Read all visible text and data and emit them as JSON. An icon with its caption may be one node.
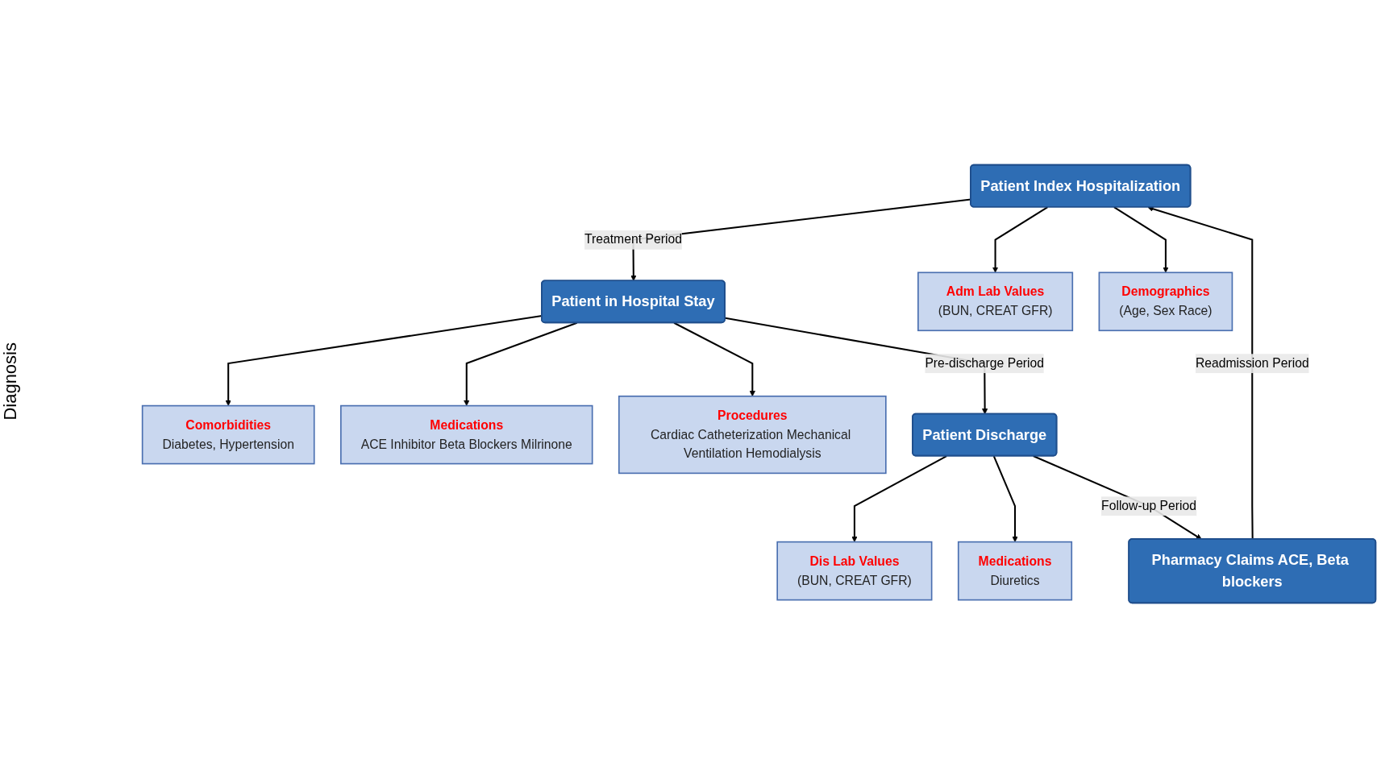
{
  "diagram": {
    "nodes": [
      {
        "text": [
          "Patient in Hospital Stay"
        ]
      },
      {
        "text": [
          "Comorbidities",
          "Diabetes, Hypertension"
        ]
      },
      {
        "text": [
          "Medications",
          "ACE Inhibitor Beta Blockers Milrinone"
        ]
      },
      {
        "text": [
          "Procedures",
          "Cardiac Catheterization Mechanical Ventilation Hemodialysis"
        ]
      },
      {
        "text": [
          "Patient Index Hospitalization"
        ]
      },
      {
        "text": [
          "Adm Lab Values",
          "(BUN, CREAT GFR)"
        ]
      },
      {
        "text": [
          "Demographics",
          "(Age, Sex Race)"
        ]
      },
      {
        "text": [
          "Dis Lab Values",
          "(BUN, CREAT GFR)"
        ]
      },
      {
        "text": [
          "Medications",
          "Diuretics"
        ]
      },
      {
        "text": [
          "Patient Discharge"
        ]
      },
      {
        "text": [
          "Pharmacy Claims ACE, Beta blockers"
        ]
      }
    ],
    "edges": [
      {
        "from": 4,
        "to": 0,
        "arrow": "to",
        "label": "Treatment Period"
      },
      {
        "from": 0,
        "to": 1,
        "arrow": "to"
      },
      {
        "from": 0,
        "to": 2,
        "arrow": "to"
      },
      {
        "from": 0,
        "to": 3,
        "arrow": "to"
      },
      {
        "from": 0,
        "to": 9,
        "arrow": "to",
        "label": "Pre-discharge Period"
      },
      {
        "from": 4,
        "to": 5,
        "arrow": "to"
      },
      {
        "from": 4,
        "to": 6,
        "arrow": "to"
      },
      {
        "from": 9,
        "to": 7,
        "arrow": "to"
      },
      {
        "from": 9,
        "to": 8,
        "arrow": "to"
      },
      {
        "from": 9,
        "to": 10,
        "arrow": "to",
        "label": "Follow-up Period"
      },
      {
        "from": 10,
        "to": 4,
        "arrow": "to",
        "label": "Readmission Period"
      }
    ],
    "labels": [
      "Diagnosis"
    ]
  }
}
